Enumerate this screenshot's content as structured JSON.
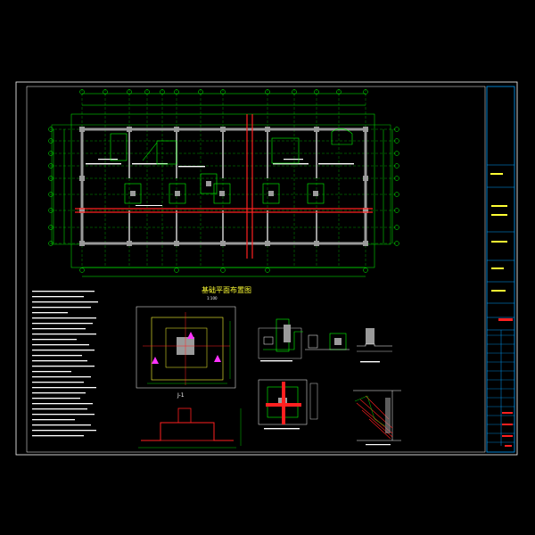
{
  "drawing": {
    "plan_title": "基础平面布置图",
    "plan_scale": "1:100",
    "detail_j1_label": "J-1"
  },
  "colors": {
    "background": "#000000",
    "frame": "#ffffff",
    "title_block": "#00a0ff",
    "grid": "#00ff00",
    "wall": "#9a9a9a",
    "highlight": "#ff2020",
    "annotation": "#ffffff",
    "label_yellow": "#ffff33",
    "magenta": "#ff33ff"
  },
  "icons": {
    "column": "column-square-icon",
    "axis_bubble": "axis-bubble-icon"
  }
}
